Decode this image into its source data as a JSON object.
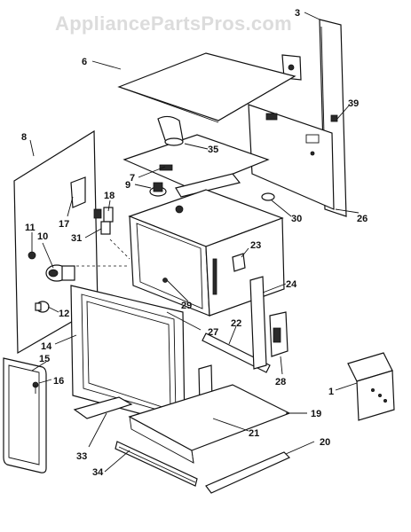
{
  "watermark": "AppliancePartsPros.com",
  "callouts": [
    {
      "id": "c3",
      "text": "3"
    },
    {
      "id": "c6",
      "text": "6"
    },
    {
      "id": "c39",
      "text": "39"
    },
    {
      "id": "c8",
      "text": "8"
    },
    {
      "id": "c35",
      "text": "35"
    },
    {
      "id": "c7",
      "text": "7"
    },
    {
      "id": "c9",
      "text": "9"
    },
    {
      "id": "c18",
      "text": "18"
    },
    {
      "id": "c17",
      "text": "17"
    },
    {
      "id": "c11",
      "text": "11"
    },
    {
      "id": "c10",
      "text": "10"
    },
    {
      "id": "c31",
      "text": "31"
    },
    {
      "id": "c30",
      "text": "30"
    },
    {
      "id": "c26",
      "text": "26"
    },
    {
      "id": "c23",
      "text": "23"
    },
    {
      "id": "c24",
      "text": "24"
    },
    {
      "id": "c29",
      "text": "29"
    },
    {
      "id": "c27",
      "text": "27"
    },
    {
      "id": "c22",
      "text": "22"
    },
    {
      "id": "c12",
      "text": "12"
    },
    {
      "id": "c14",
      "text": "14"
    },
    {
      "id": "c15",
      "text": "15"
    },
    {
      "id": "c16",
      "text": "16"
    },
    {
      "id": "c1",
      "text": "1"
    },
    {
      "id": "c28",
      "text": "28"
    },
    {
      "id": "c19",
      "text": "19"
    },
    {
      "id": "c21",
      "text": "21"
    },
    {
      "id": "c20",
      "text": "20"
    },
    {
      "id": "c33",
      "text": "33"
    },
    {
      "id": "c34",
      "text": "34"
    }
  ]
}
